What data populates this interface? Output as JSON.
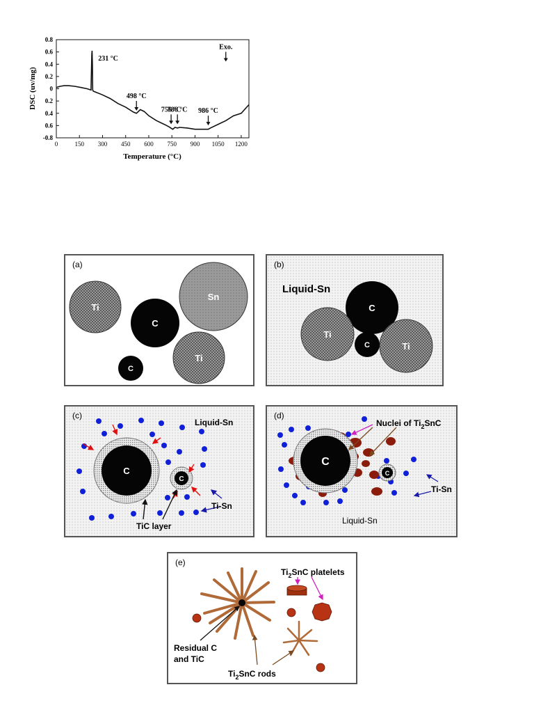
{
  "chart_data": {
    "type": "line",
    "xlabel": "Temperature (°C)",
    "ylabel": "DSC (uv/mg)",
    "xlim": [
      0,
      1250
    ],
    "ylim": [
      -0.8,
      0.8
    ],
    "xticks": [
      0,
      150,
      300,
      450,
      600,
      750,
      900,
      1050,
      1200
    ],
    "yticks": [
      0.8,
      0.6,
      0.4,
      0.2,
      0,
      -0.2,
      -0.4,
      -0.6,
      -0.8
    ],
    "ytick_labels": [
      "0.8",
      "0.6",
      "0.4",
      "0.2",
      "0",
      "0.2",
      "0.4",
      "0.6",
      "-0.8"
    ],
    "grid": false,
    "series": [
      {
        "x": [
          0,
          25,
          50,
          80,
          120,
          160,
          200,
          225,
          230,
          232,
          234,
          236,
          240,
          260,
          300,
          350,
          400,
          450,
          500,
          520,
          545,
          570,
          600,
          650,
          700,
          730,
          756,
          770,
          786,
          800,
          850,
          900,
          950,
          986,
          1000,
          1050,
          1100,
          1150,
          1200,
          1250
        ],
        "y": [
          0.02,
          0.04,
          0.05,
          0.05,
          0.04,
          0.02,
          0.0,
          -0.02,
          0.55,
          0.62,
          0.4,
          -0.02,
          -0.04,
          -0.06,
          -0.1,
          -0.16,
          -0.24,
          -0.3,
          -0.38,
          -0.4,
          -0.34,
          -0.37,
          -0.44,
          -0.52,
          -0.58,
          -0.62,
          -0.66,
          -0.63,
          -0.64,
          -0.63,
          -0.64,
          -0.66,
          -0.66,
          -0.66,
          -0.64,
          -0.58,
          -0.52,
          -0.44,
          -0.4,
          -0.26
        ]
      }
    ],
    "annotations": [
      {
        "label": "231 °C",
        "x": 231,
        "y": 0.62,
        "arrow": false
      },
      {
        "label": "498 °C",
        "x": 520,
        "y": -0.38,
        "arrow": true
      },
      {
        "label": "756 °C",
        "x": 745,
        "y": -0.6,
        "arrow": true
      },
      {
        "label": "786 °C",
        "x": 786,
        "y": -0.6,
        "arrow": true
      },
      {
        "label": "986 °C",
        "x": 986,
        "y": -0.62,
        "arrow": true
      },
      {
        "label": "Exo.",
        "x": 1100,
        "y": 0.42,
        "arrow": true
      }
    ]
  },
  "panels": {
    "a": {
      "label": "(a)",
      "ti1": "Ti",
      "c_big": "C",
      "sn": "Sn",
      "ti2": "Ti",
      "c_small": "C"
    },
    "b": {
      "label": "(b)",
      "liquid": "Liquid-Sn",
      "c_top": "C",
      "ti_left": "Ti",
      "c_mid": "C",
      "ti_right": "Ti"
    },
    "c": {
      "label": "(c)",
      "liquid": "Liquid-Sn",
      "c_big": "C",
      "c_small": "C",
      "tisn": "Ti-Sn",
      "tic": "TiC layer"
    },
    "d": {
      "label": "(d)",
      "nuclei_pre": "Nuclei of Ti",
      "nuclei_sub": "2",
      "nuclei_post": "SnC",
      "c_big": "C",
      "c_small": "C",
      "tisn": "Ti-Sn",
      "liquid": "Liquid-Sn"
    },
    "e": {
      "label": "(e)",
      "platelets_pre": "Ti",
      "platelets_sub": "2",
      "platelets_post": "SnC platelets",
      "residual_1": "Residual C",
      "residual_2": "and TiC",
      "rods_pre": "Ti",
      "rods_sub": "2",
      "rods_post": "SnC rods"
    }
  }
}
